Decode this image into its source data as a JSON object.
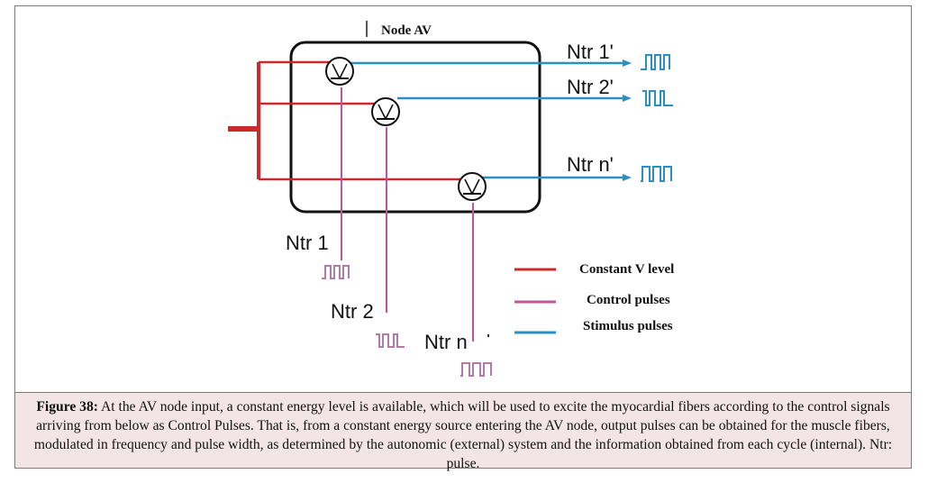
{
  "diagram": {
    "node_title": "Node AV",
    "outputs": [
      "Ntr 1'",
      "Ntr 2'",
      "Ntr n'"
    ],
    "inputs": [
      "Ntr 1",
      "Ntr 2",
      "Ntr n"
    ],
    "legend": [
      {
        "label": "Constant V level",
        "color": "#cc2a2a"
      },
      {
        "label": "Control pulses",
        "color": "#c2559a"
      },
      {
        "label": "Stimulus pulses",
        "color": "#2a8fc4"
      }
    ]
  },
  "caption": {
    "label": "Figure 38:",
    "text": "At the AV node input, a constant energy level is available, which will be used to excite the myocardial fibers according to the control signals arriving from below as Control Pulses. That is, from a constant energy source entering the AV node, output pulses can be obtained for the muscle fibers, modulated in frequency and pulse width, as determined by the autonomic (external) system and the information obtained from each cycle (internal). Ntr: pulse."
  }
}
